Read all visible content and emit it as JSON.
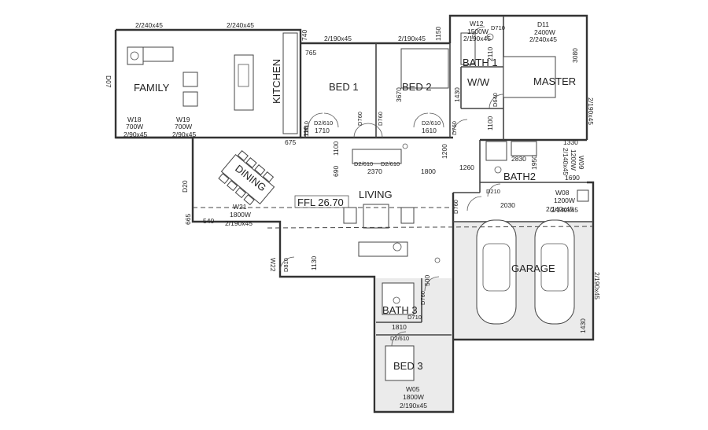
{
  "rooms": {
    "family": "FAMILY",
    "kitchen": "KITCHEN",
    "bed1": "BED 1",
    "bed2": "BED 2",
    "ww": "W/W",
    "master": "MASTER",
    "bath1": "BATH 1",
    "bath2": "BATH2",
    "dining": "DINING",
    "living": "LIVING",
    "garage": "GARAGE",
    "bath3": "BATH 3",
    "bed3": "BED 3"
  },
  "ffl": "FFL 26.70",
  "windows": {
    "top_left": "2/240x45",
    "top_mid": "2/240x45",
    "bed1_top": "2/190x45",
    "bed2_top": "2/190x45",
    "w12": "W12",
    "w12_size": "1500W",
    "w12_spec": "2/190x45",
    "d11": "D11",
    "d11_size": "2400W",
    "d11_spec": "2/240x45",
    "w18": "W18",
    "w18_size": "700W",
    "w18_spec": "2/90x45",
    "w19": "W19",
    "w19_size": "700W",
    "w19_spec": "2/90x45",
    "w21": "W21",
    "w21_size": "1800W",
    "w21_spec": "2/190x45",
    "w08": "W08",
    "w08_size": "1200W",
    "w08_spec": "2/140x45",
    "w09": "W09",
    "w09_size": "1200W",
    "w09_spec": "2/140x45",
    "w05": "W05",
    "w05_size": "1800W",
    "w05_spec": "2/190x45",
    "master_right": "2/190x45",
    "garage_right": "2/190x45",
    "garage_top": "2/140x45",
    "d07": "D07",
    "d20": "D20",
    "w22": "W22"
  },
  "doors": {
    "bed1": "D2/610",
    "bed2": "D2/610",
    "living_cup1": "D2/610",
    "living_cup2": "D2/610",
    "bed3": "D2/610",
    "d710_bath1": "D710",
    "d710_bath3": "D710",
    "d210": "D210",
    "d760_1": "D760",
    "d760_2": "D760",
    "d760_3": "D760",
    "d760_4": "D760",
    "d760_5": "D760",
    "d810": "D810",
    "d610": "D610",
    "d640": "D640"
  },
  "dims": {
    "d740": "740",
    "d765": "765",
    "d1150": "1150",
    "d2110": "2110",
    "d3080": "3080",
    "d1430a": "1430",
    "d1100a": "1100",
    "d3670": "3670",
    "d1710": "1710",
    "d1610": "1610",
    "d110": "110",
    "d675": "675",
    "d1100b": "1100",
    "d690": "690",
    "d2370": "2370",
    "d1800": "1800",
    "d1200": "1200",
    "d1260": "1260",
    "d1330": "1330",
    "d2830": "2830",
    "d1950": "1950",
    "d1690": "1690",
    "d2030": "2030",
    "d665": "665",
    "d540": "540",
    "d1130": "1130",
    "d500": "500",
    "d1810": "1810",
    "d1430b": "1430"
  }
}
